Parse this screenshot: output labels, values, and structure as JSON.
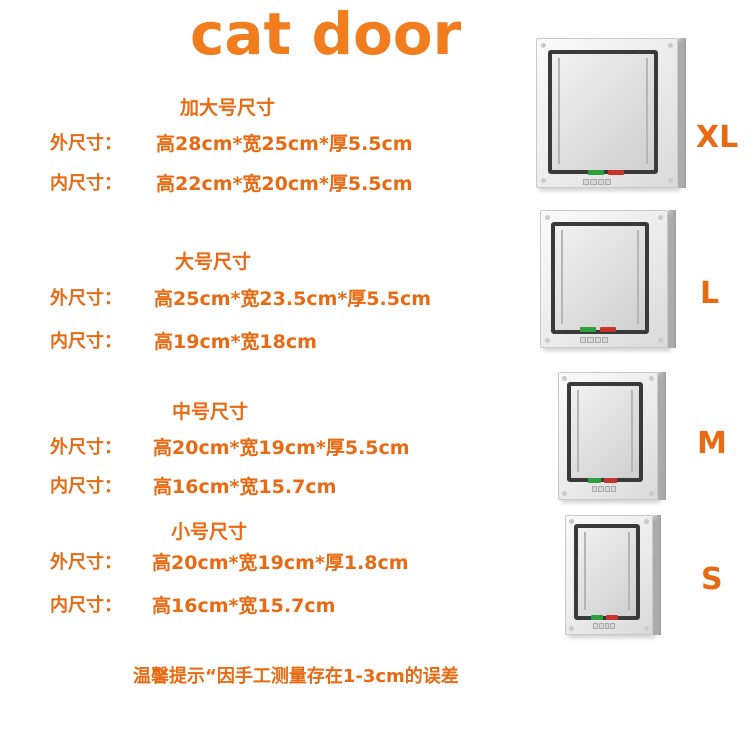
{
  "title": "cat door",
  "sizes": [
    {
      "header": "加大号尺寸",
      "outer_label": "外尺寸：",
      "outer_value": "高28cm*宽25cm*厚5.5cm",
      "inner_label": "内尺寸：",
      "inner_value": "高22cm*宽20cm*厚5.5cm",
      "tag": "XL"
    },
    {
      "header": "大号尺寸",
      "outer_label": "外尺寸：",
      "outer_value": "高25cm*宽23.5cm*厚5.5cm",
      "inner_label": "内尺寸：",
      "inner_value": "高19cm*宽18cm",
      "tag": "L"
    },
    {
      "header": "中号尺寸",
      "outer_label": "外尺寸：",
      "outer_value": "高20cm*宽19cm*厚5.5cm",
      "inner_label": "内尺寸：",
      "inner_value": "高16cm*宽15.7cm",
      "tag": "M"
    },
    {
      "header": "小号尺寸",
      "outer_label": "外尺寸：",
      "outer_value": "高20cm*宽19cm*厚1.8cm",
      "inner_label": "内尺寸：",
      "inner_value": "高16cm*宽15.7cm",
      "tag": "S"
    }
  ],
  "note": "温馨提示“因手工测量存在1-3cm的误差",
  "colors": {
    "accent": "#e86a12",
    "title": "#f27d1e",
    "flap_frame": "#3a3a3a",
    "lock_green": "#2f9e3c",
    "lock_red": "#c7352a"
  }
}
